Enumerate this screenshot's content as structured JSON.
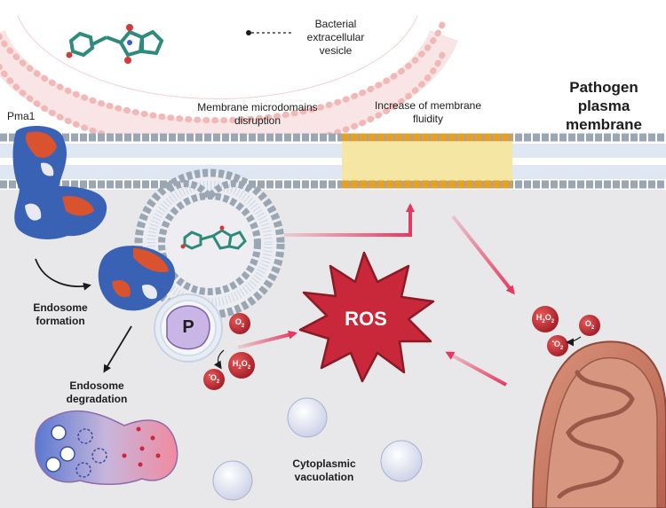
{
  "labels": {
    "vesicle": "Bacterial extracellular vesicle",
    "pathogen_membrane": "Pathogen plasma membrane",
    "pma1": "Pma1",
    "microdomains": "Membrane microdomains disruption",
    "fluidity": "Increase of membrane fluidity",
    "endosome_formation": "Endosome formation",
    "endosome_degradation": "Endosome degradation",
    "cytoplasmic_vacuolation": "Cytoplasmic vacuolation",
    "ros": "ROS",
    "phosphate": "P",
    "o2": "O",
    "o2_sub": "2",
    "superoxide": "O",
    "superoxide_sub": "2",
    "superoxide_dot": "•",
    "h2o2_h": "H",
    "h2o2_sub1": "2",
    "h2o2_o": "O",
    "h2o2_sub2": "2"
  },
  "colors": {
    "cytoplasm": "#e8e8ea",
    "membrane_head": "#9aa6b4",
    "fluid_head": "#e8a020",
    "tail": "#c9d7e6",
    "vesicle_head": "#f2b8b8",
    "arrow_pink": "#e8385f",
    "ros": "#c8283a",
    "ros_dark": "#8b1a26",
    "mito": "#c47b68",
    "protein_blue": "#3a62b4",
    "protein_red": "#d9532e"
  }
}
